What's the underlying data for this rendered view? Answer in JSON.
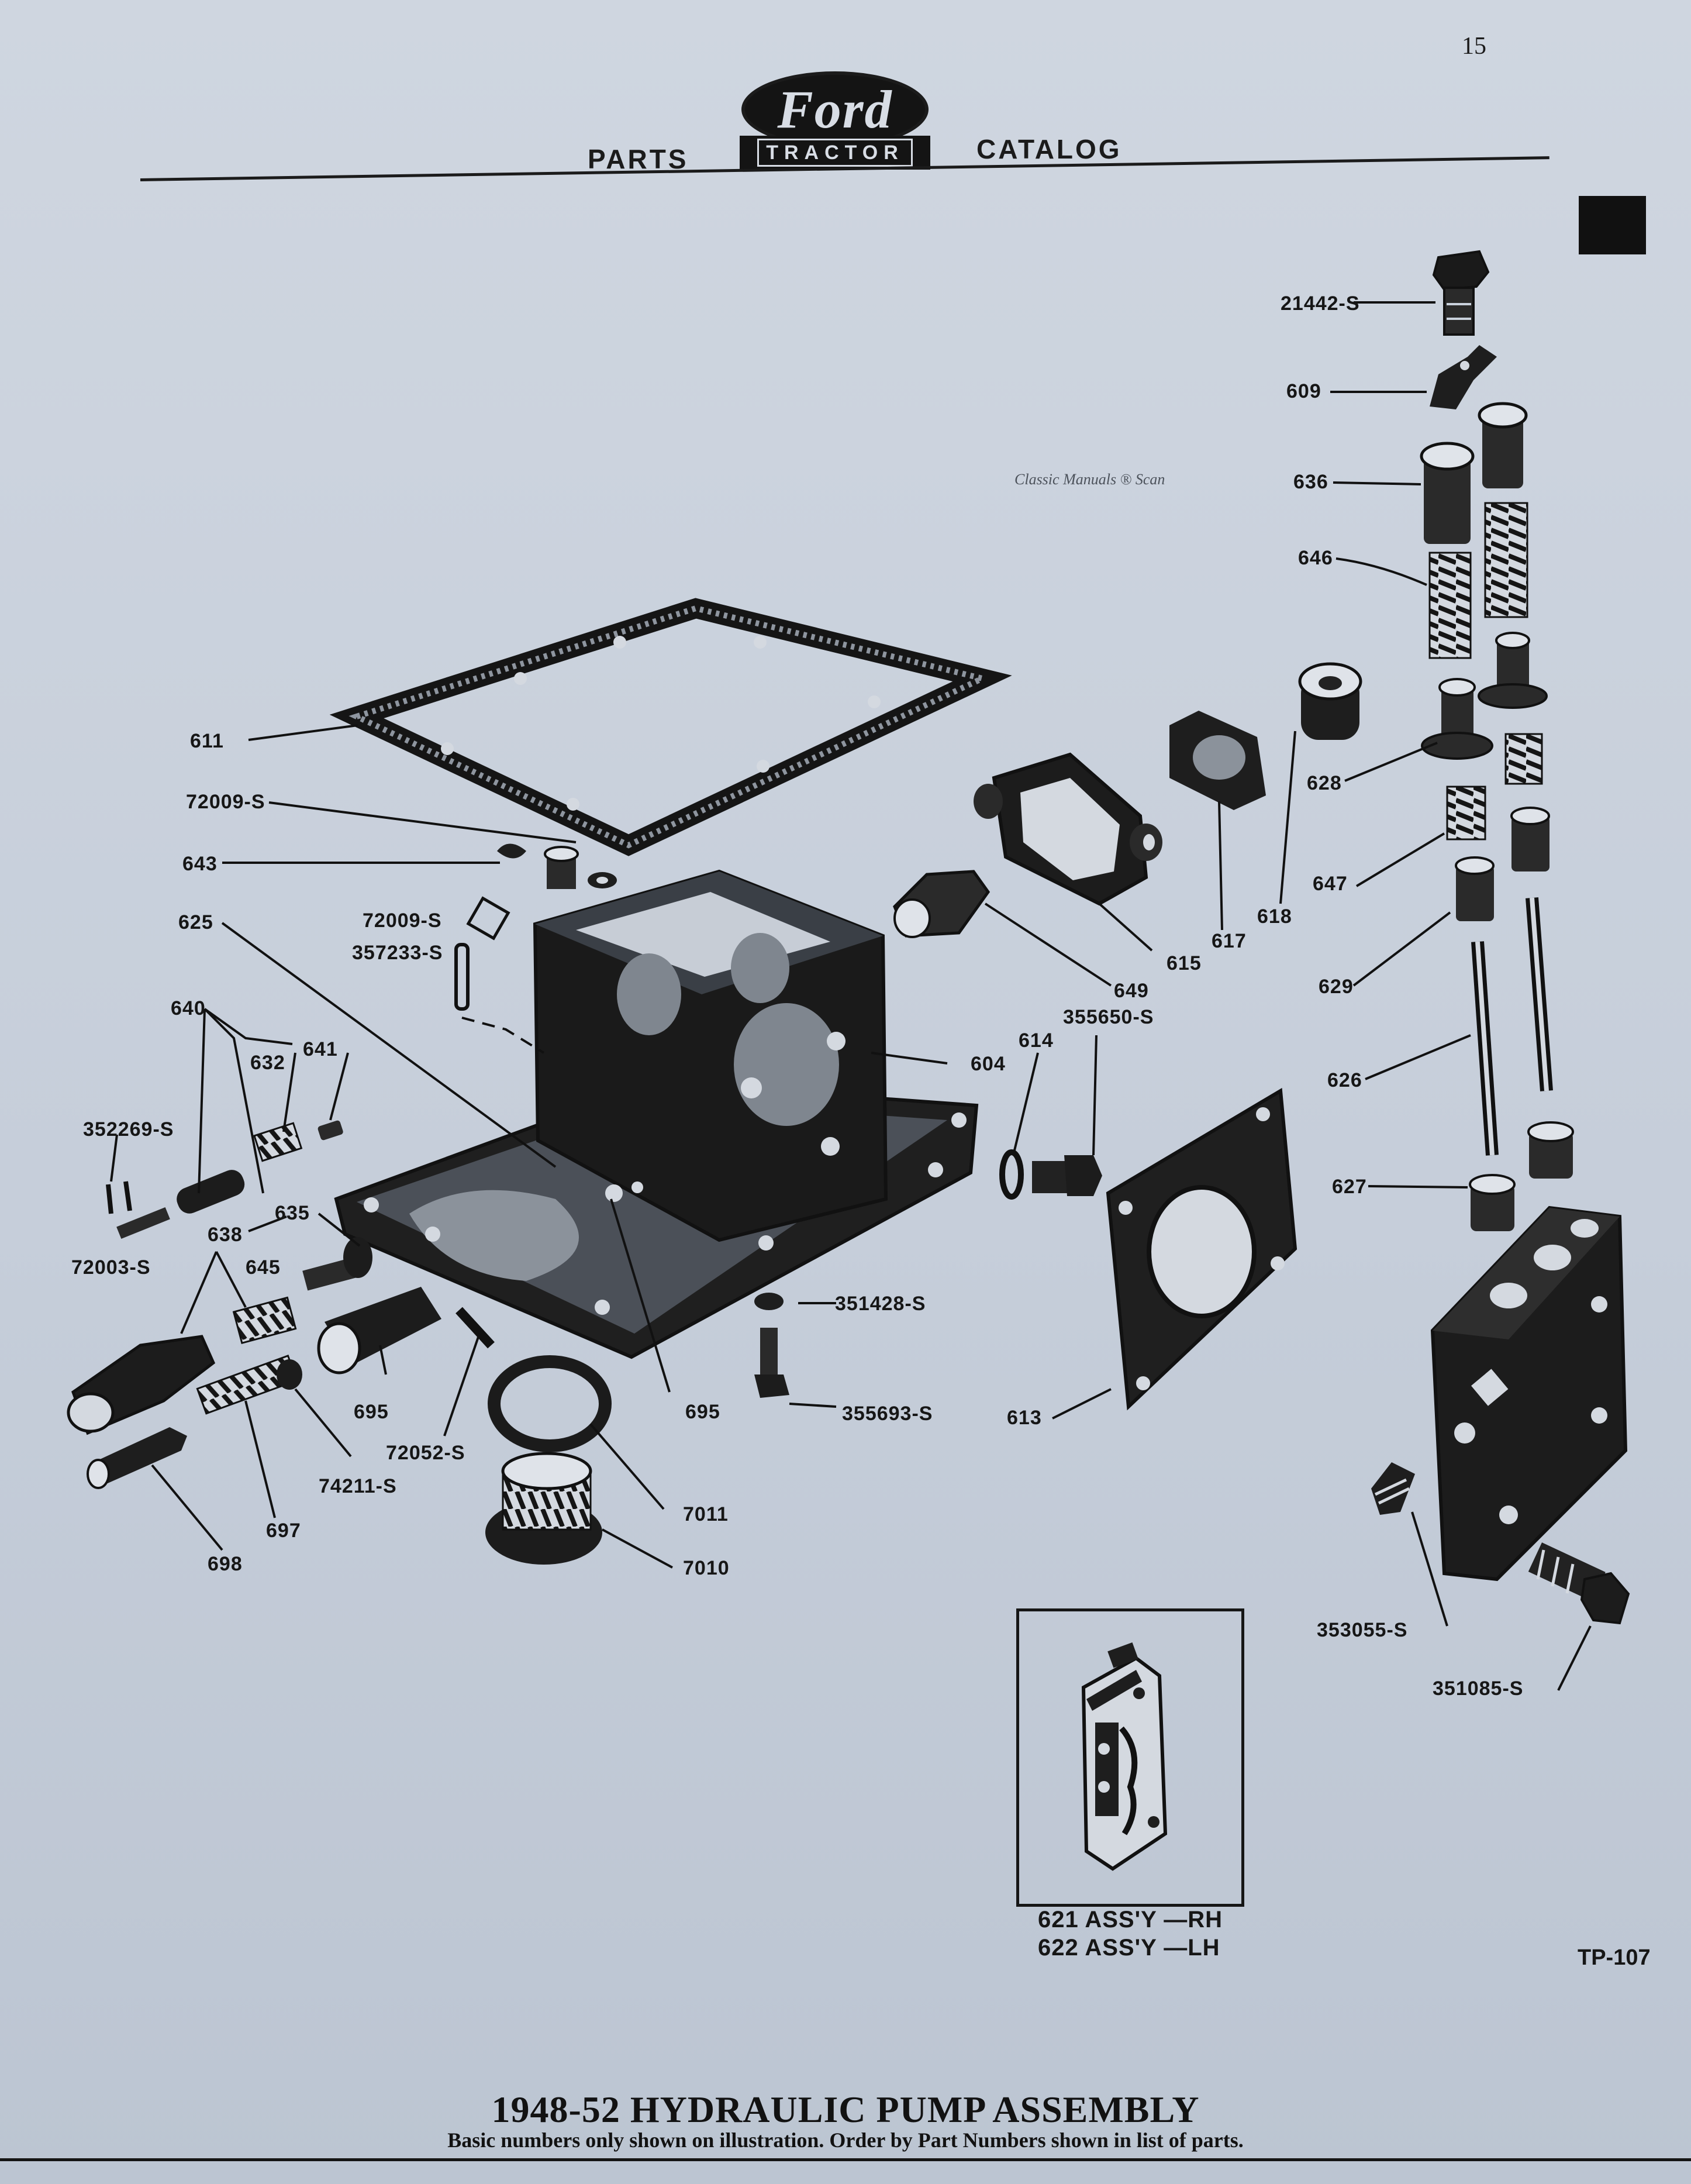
{
  "header": {
    "page_number": "15",
    "left_word": "PARTS",
    "logo_script": "Ford",
    "logo_band": "TRACTOR",
    "right_word": "CATALOG"
  },
  "watermark": "Classic Manuals ® Scan",
  "callouts": [
    {
      "id": "21442s",
      "text": "21442-S"
    },
    {
      "id": "609",
      "text": "609"
    },
    {
      "id": "636",
      "text": "636"
    },
    {
      "id": "646",
      "text": "646"
    },
    {
      "id": "611",
      "text": "611"
    },
    {
      "id": "628",
      "text": "628"
    },
    {
      "id": "72009s-a",
      "text": "72009-S"
    },
    {
      "id": "643",
      "text": "643"
    },
    {
      "id": "647",
      "text": "647"
    },
    {
      "id": "618",
      "text": "618"
    },
    {
      "id": "617",
      "text": "617"
    },
    {
      "id": "615",
      "text": "615"
    },
    {
      "id": "625",
      "text": "625"
    },
    {
      "id": "72009s-b",
      "text": "72009-S"
    },
    {
      "id": "357233s",
      "text": "357233-S"
    },
    {
      "id": "649",
      "text": "649"
    },
    {
      "id": "629",
      "text": "629"
    },
    {
      "id": "355650s",
      "text": "355650-S"
    },
    {
      "id": "640",
      "text": "640"
    },
    {
      "id": "614",
      "text": "614"
    },
    {
      "id": "641",
      "text": "641"
    },
    {
      "id": "632",
      "text": "632"
    },
    {
      "id": "604",
      "text": "604"
    },
    {
      "id": "626",
      "text": "626"
    },
    {
      "id": "352269s",
      "text": "352269-S"
    },
    {
      "id": "627",
      "text": "627"
    },
    {
      "id": "635",
      "text": "635"
    },
    {
      "id": "638",
      "text": "638"
    },
    {
      "id": "72003s",
      "text": "72003-S"
    },
    {
      "id": "645",
      "text": "645"
    },
    {
      "id": "351428s",
      "text": "351428-S"
    },
    {
      "id": "695a",
      "text": "695"
    },
    {
      "id": "695b",
      "text": "695"
    },
    {
      "id": "355693s",
      "text": "355693-S"
    },
    {
      "id": "613",
      "text": "613"
    },
    {
      "id": "72052s",
      "text": "72052-S"
    },
    {
      "id": "74211s",
      "text": "74211-S"
    },
    {
      "id": "7011",
      "text": "7011"
    },
    {
      "id": "697",
      "text": "697"
    },
    {
      "id": "698",
      "text": "698"
    },
    {
      "id": "7010",
      "text": "7010"
    },
    {
      "id": "353055s",
      "text": "353055-S"
    },
    {
      "id": "351085s",
      "text": "351085-S"
    }
  ],
  "inset": {
    "line1": "621 ASS'Y —RH",
    "line2": "622 ASS'Y —LH"
  },
  "tp_code": "TP-107",
  "footer": {
    "title": "1948-52 HYDRAULIC PUMP ASSEMBLY",
    "subtitle": "Basic numbers only shown on illustration.  Order by Part Numbers shown in list of parts."
  }
}
